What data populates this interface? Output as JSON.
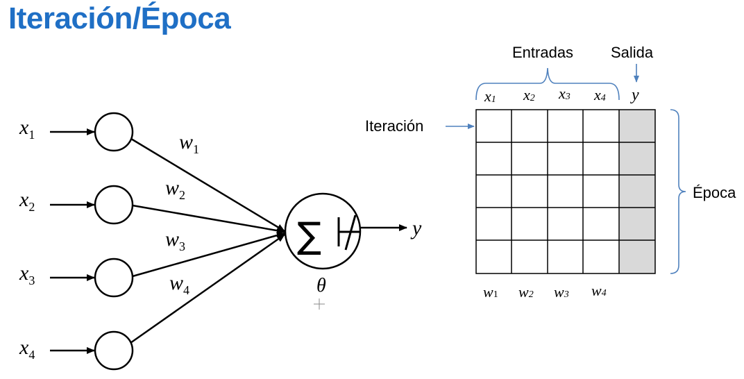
{
  "title": "Iteración/Época",
  "perceptron": {
    "inputs": [
      {
        "var": "x",
        "sub": "1"
      },
      {
        "var": "x",
        "sub": "2"
      },
      {
        "var": "x",
        "sub": "3"
      },
      {
        "var": "x",
        "sub": "4"
      }
    ],
    "weights": [
      {
        "var": "w",
        "sub": "1"
      },
      {
        "var": "w",
        "sub": "2"
      },
      {
        "var": "w",
        "sub": "3"
      },
      {
        "var": "w",
        "sub": "4"
      }
    ],
    "sum_symbol": "∑",
    "threshold": "θ",
    "output": "y"
  },
  "table": {
    "entradas_label": "Entradas",
    "salida_label": "Salida",
    "iteracion_label": "Iteración",
    "epoca_label": "Época",
    "column_headers": [
      {
        "var": "x",
        "sub": "1"
      },
      {
        "var": "x",
        "sub": "2"
      },
      {
        "var": "x",
        "sub": "3"
      },
      {
        "var": "x",
        "sub": "4"
      }
    ],
    "output_header": "y",
    "weight_footers": [
      {
        "var": "w",
        "sub": "1"
      },
      {
        "var": "w",
        "sub": "2"
      },
      {
        "var": "w",
        "sub": "3"
      },
      {
        "var": "w",
        "sub": "4"
      }
    ],
    "rows": 5,
    "output_column_color": "#d9d9d9",
    "annotation_color": "#4f81bd"
  }
}
